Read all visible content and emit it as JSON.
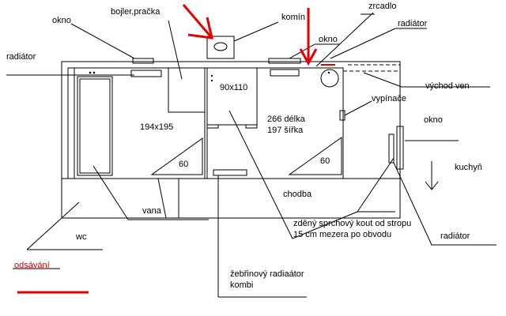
{
  "labels": {
    "okno_top_left": "okno",
    "bojler": "bojler,pračka",
    "komin": "komín",
    "zrcadlo": "zrcadlo",
    "okno_top_right": "okno",
    "radiator_top_right": "radiátor",
    "radiator_left": "radiátor",
    "vychod_ven": "východ ven",
    "vypinace": "vypínače",
    "okno_right": "okno",
    "kuchyn": "kuchyň",
    "radiator_bottom_right": "radiátor",
    "wc": "wc",
    "odsavani": "odsávání",
    "vana": "vana",
    "chodba": "chodba",
    "dim_194": "194x195",
    "dim_90": "90x110",
    "dim_266": "266 délka",
    "dim_197": "197 šířka",
    "tri_left": "60",
    "tri_right": "60",
    "sprchovy": "zděný sprchový kout od stropu 15 cm mezera po obvodu",
    "zebrinovy": "žebřinový radiaátor kombi"
  },
  "colors": {
    "line": "#000000",
    "accent_red": "#e60000",
    "red_text": "#d40000"
  }
}
